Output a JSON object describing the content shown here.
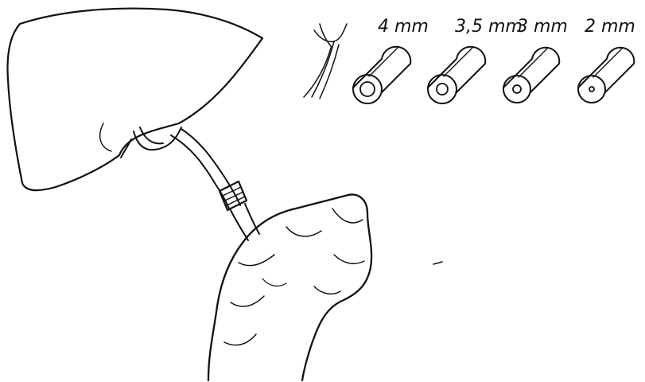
{
  "diagram": {
    "size_labels": [
      "4 mm",
      "3,5 mm",
      "3 mm",
      "2 mm"
    ],
    "ink_color": "#111111",
    "background_color": "#ffffff"
  }
}
